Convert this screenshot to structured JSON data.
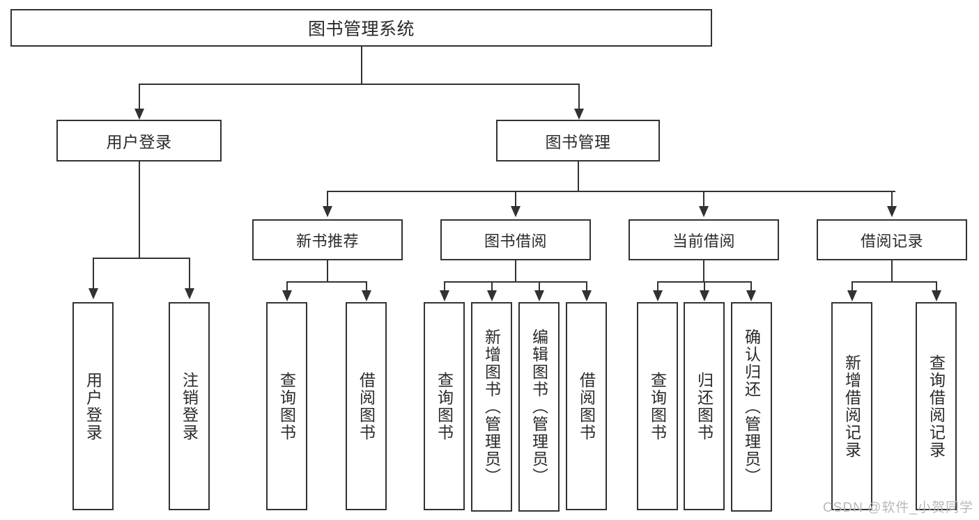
{
  "diagram": {
    "title": "图书管理系统",
    "root": {
      "label": "图书管理系统"
    },
    "level1": [
      {
        "label": "用户登录"
      },
      {
        "label": "图书管理"
      }
    ],
    "level2": [
      {
        "label": "新书推荐"
      },
      {
        "label": "图书借阅"
      },
      {
        "label": "当前借阅"
      },
      {
        "label": "借阅记录"
      }
    ],
    "leaves": {
      "user_login": [
        {
          "label": "用户登录"
        },
        {
          "label": "注销登录"
        }
      ],
      "new_book_recommend": [
        {
          "label": "查询图书"
        },
        {
          "label": "借阅图书"
        }
      ],
      "book_borrow": [
        {
          "label": "查询图书"
        },
        {
          "label": "新增图书（管理员）"
        },
        {
          "label": "编辑图书（管理员）"
        },
        {
          "label": "借阅图书"
        }
      ],
      "current_borrow": [
        {
          "label": "查询图书"
        },
        {
          "label": "归还图书"
        },
        {
          "label": "确认归还（管理员）"
        }
      ],
      "borrow_record": [
        {
          "label": "新增借阅记录"
        },
        {
          "label": "查询借阅记录"
        }
      ]
    },
    "watermark": "CSDN @软件_小贺同学",
    "colors": {
      "stroke": "#33322f",
      "text": "#2a2a2a",
      "background": "#ffffff",
      "watermark": "#b8b8b8"
    }
  }
}
